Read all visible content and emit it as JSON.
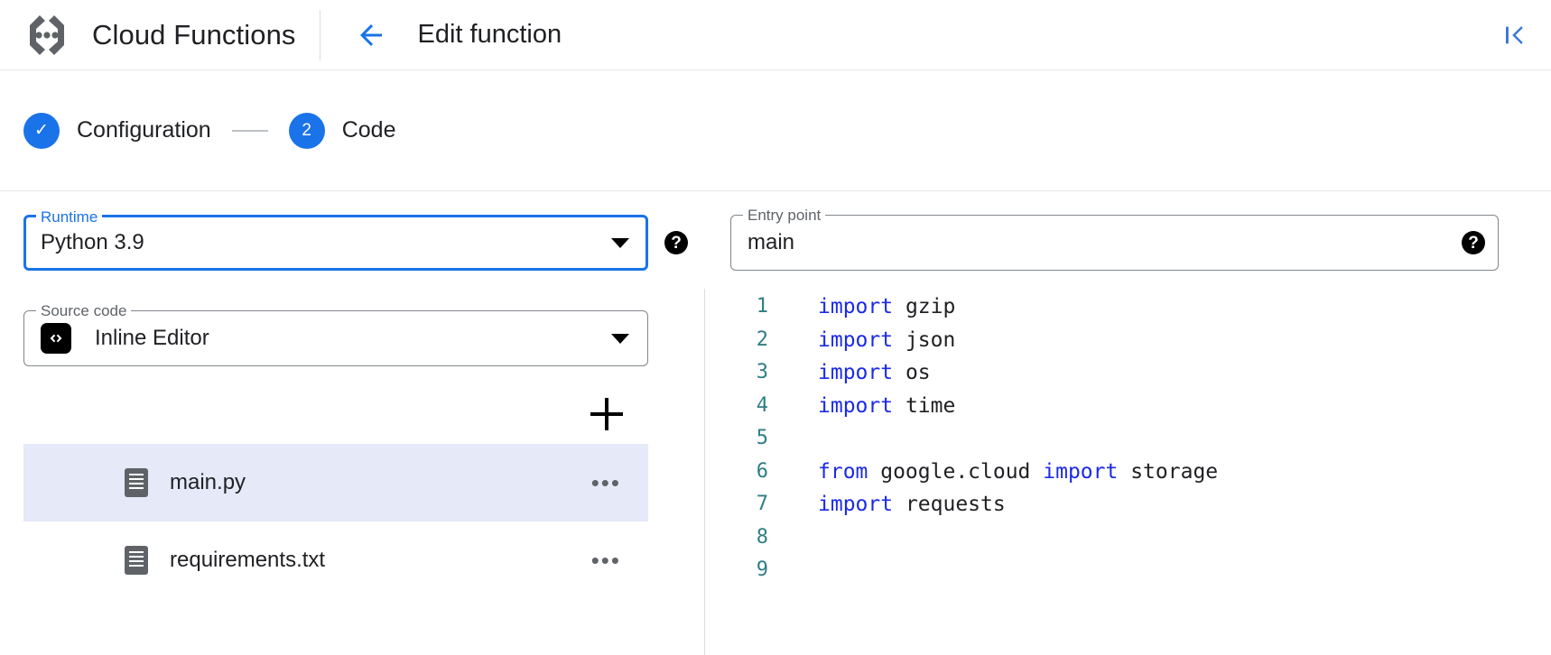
{
  "appbar": {
    "logo_icon": "cloud-functions-logo",
    "brand_title": "Cloud Functions",
    "back_icon": "arrow-left-icon",
    "page_title": "Edit function",
    "collapse_icon": "collapse-panel-icon"
  },
  "stepper": {
    "steps": [
      {
        "marker": "✓",
        "label": "Configuration",
        "state": "completed"
      },
      {
        "marker": "2",
        "label": "Code",
        "state": "active"
      }
    ]
  },
  "form": {
    "runtime": {
      "legend": "Runtime",
      "value": "Python 3.9",
      "caret_icon": "chevron-down-icon",
      "help_icon": "help-icon"
    },
    "entry_point": {
      "legend": "Entry point",
      "value": "main",
      "help_icon": "help-icon"
    },
    "source_code": {
      "legend": "Source code",
      "badge_icon": "code-brackets-icon",
      "badge_text": "‹›",
      "value": "Inline Editor",
      "caret_icon": "chevron-down-icon"
    }
  },
  "files": {
    "add_icon": "plus-icon",
    "more_glyph": "•••",
    "items": [
      {
        "name": "main.py",
        "icon": "file-icon",
        "selected": true
      },
      {
        "name": "requirements.txt",
        "icon": "file-icon",
        "selected": false
      }
    ]
  },
  "editor": {
    "lines": [
      {
        "num": "1",
        "tokens": [
          {
            "t": "import",
            "k": true
          },
          {
            "t": " gzip",
            "k": false
          }
        ]
      },
      {
        "num": "2",
        "tokens": [
          {
            "t": "import",
            "k": true
          },
          {
            "t": " json",
            "k": false
          }
        ]
      },
      {
        "num": "3",
        "tokens": [
          {
            "t": "import",
            "k": true
          },
          {
            "t": " os",
            "k": false
          }
        ]
      },
      {
        "num": "4",
        "tokens": [
          {
            "t": "import",
            "k": true
          },
          {
            "t": " time",
            "k": false
          }
        ]
      },
      {
        "num": "5",
        "tokens": []
      },
      {
        "num": "6",
        "tokens": [
          {
            "t": "from",
            "k": true
          },
          {
            "t": " google.cloud ",
            "k": false
          },
          {
            "t": "import",
            "k": true
          },
          {
            "t": " storage",
            "k": false
          }
        ]
      },
      {
        "num": "7",
        "tokens": [
          {
            "t": "import",
            "k": true
          },
          {
            "t": " requests",
            "k": false
          }
        ]
      },
      {
        "num": "8",
        "tokens": []
      },
      {
        "num": "9",
        "tokens": []
      }
    ]
  },
  "colors": {
    "accent_blue": "#1a73e8",
    "keyword_blue": "#1a2ae8",
    "gutter_teal": "#2f7e85",
    "selected_row": "#e5e9f8",
    "icon_gray": "#5f6368"
  }
}
